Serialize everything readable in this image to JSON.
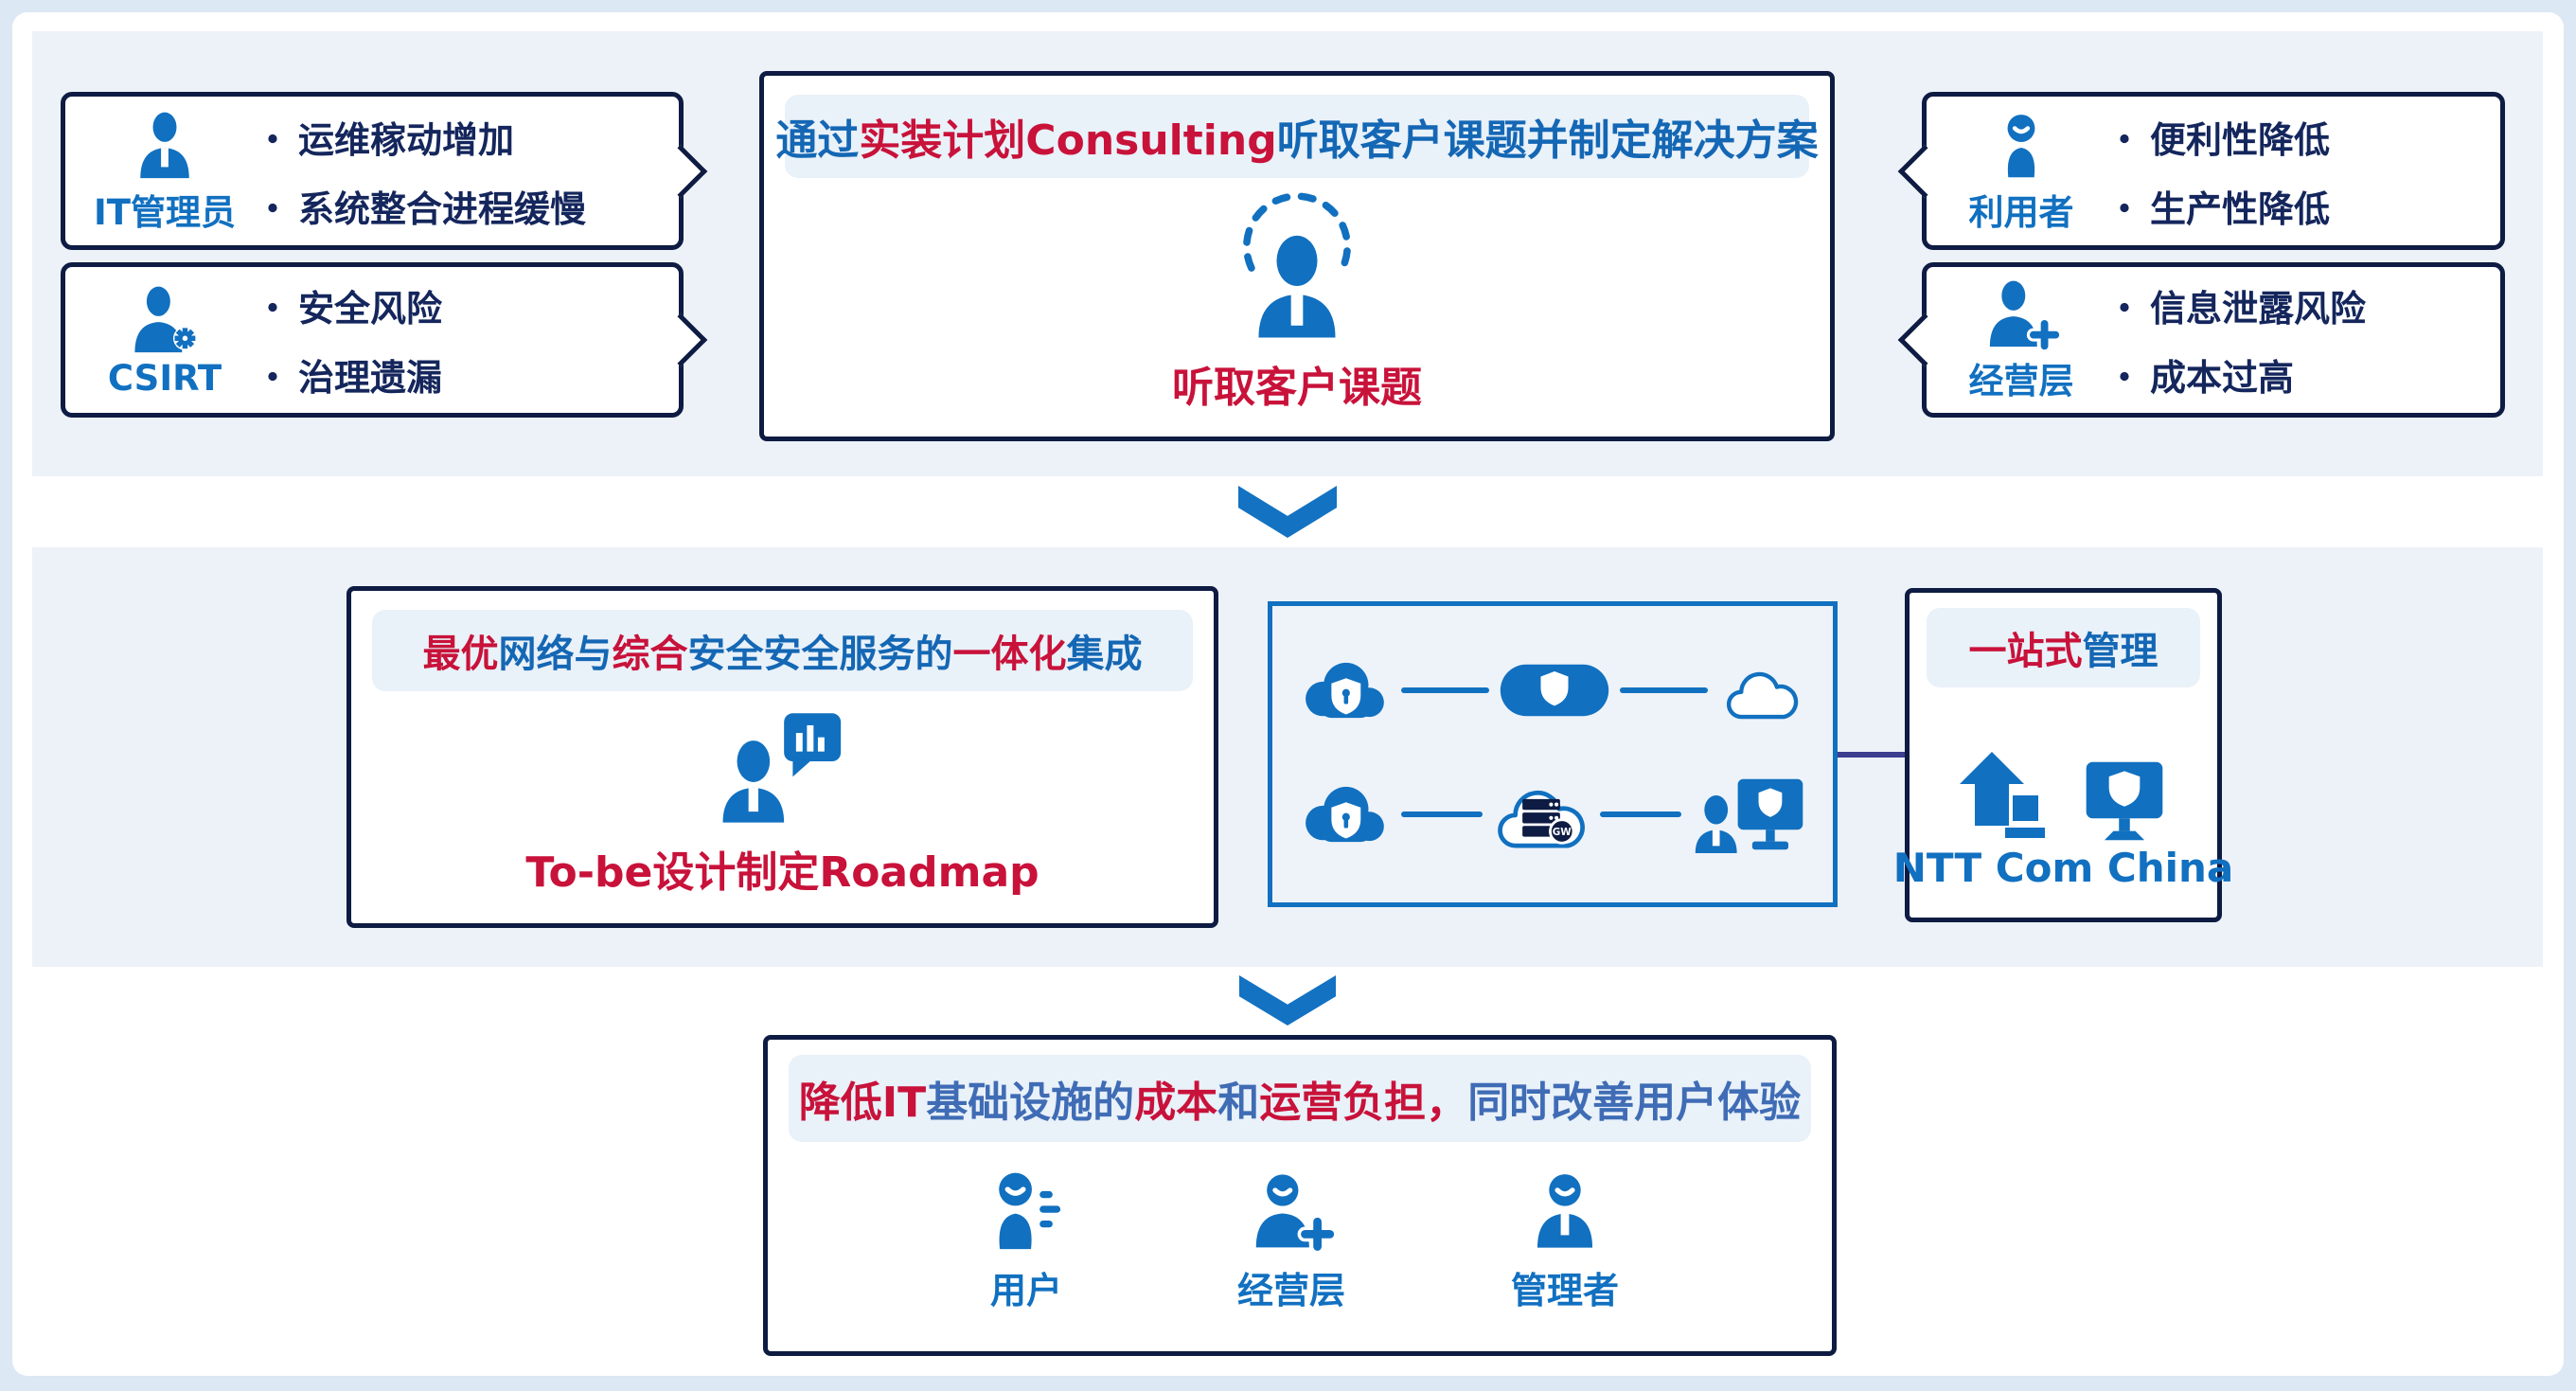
{
  "ui": {
    "bullet_marker": "・",
    "colors": {
      "accent_blue": "#1170c0",
      "navy_border": "#0e1b42",
      "red": "#c8123a",
      "title_blue": "#1467b4",
      "bottom_blue": "#3f6cb5",
      "band": "#edf2f8",
      "canvas": "#dce8f4",
      "connector": "#3c3e8f"
    }
  },
  "top": {
    "left_bubbles": [
      {
        "role": "IT管理员",
        "icon": "person-tie-icon",
        "bullets": [
          "运维稼动增加",
          "系统整合进程缓慢"
        ]
      },
      {
        "role": "CSIRT",
        "icon": "person-gear-icon",
        "bullets": [
          "安全风险",
          "治理遗漏"
        ]
      }
    ],
    "center_box": {
      "title_segments": [
        {
          "text": "通过",
          "color": "blue"
        },
        {
          "text": "实装计划Consulting",
          "color": "red"
        },
        {
          "text": "听取客户课题并制定解决方案",
          "color": "blue"
        }
      ],
      "icon": "listening-person-icon",
      "caption": "听取客户课题"
    },
    "right_bubbles": [
      {
        "role": "利用者",
        "icon": "person-smile-icon",
        "bullets": [
          "便利性降低",
          "生产性降低"
        ]
      },
      {
        "role": "经营层",
        "icon": "person-plus-icon",
        "bullets": [
          "信息泄露风险",
          "成本过高"
        ]
      }
    ]
  },
  "middle": {
    "tobe_box": {
      "title_segments": [
        {
          "text": "最优",
          "color": "red"
        },
        {
          "text": "网络与",
          "color": "blue"
        },
        {
          "text": "综合",
          "color": "red"
        },
        {
          "text": "安全安全服务的",
          "color": "blue"
        },
        {
          "text": "一体化",
          "color": "red"
        },
        {
          "text": "集成",
          "color": "blue"
        }
      ],
      "icon": "consultant-chart-icon",
      "caption": "To-be设计制定Roadmap"
    },
    "network_diagram": {
      "row1_icons": [
        "cloud-shield-icon",
        "shield-pill-icon",
        "cloud-outline-icon"
      ],
      "row2_icons": [
        "cloud-shield-icon",
        "cloud-gateway-icon",
        "user-monitor-icon"
      ],
      "gateway_badge": "GW"
    },
    "ntt_box": {
      "title_segments": [
        {
          "text": "一站式",
          "color": "red"
        },
        {
          "text": "管理",
          "color": "blue"
        }
      ],
      "icons": [
        "building-upload-icon",
        "monitor-shield-icon"
      ],
      "brand": "NTT Com China"
    }
  },
  "bottom": {
    "outcome_box": {
      "title_segments": [
        {
          "text": "降低IT",
          "color": "red"
        },
        {
          "text": "基础设施的",
          "color": "blue2"
        },
        {
          "text": "成本",
          "color": "red"
        },
        {
          "text": "和",
          "color": "blue2"
        },
        {
          "text": "运营负担，",
          "color": "red"
        },
        {
          "text": "同时改善用户体验",
          "color": "blue2"
        }
      ],
      "stakeholders": [
        {
          "label": "用户",
          "icon": "user-list-icon"
        },
        {
          "label": "经营层",
          "icon": "person-plus-icon"
        },
        {
          "label": "管理者",
          "icon": "person-tie-icon"
        }
      ]
    }
  }
}
